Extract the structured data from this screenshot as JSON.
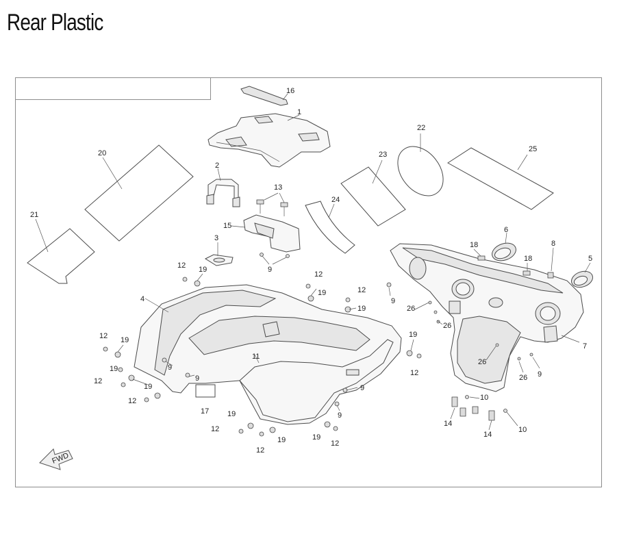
{
  "page": {
    "title": "Rear Plastic"
  },
  "diagram": {
    "fwd_label": "FWD",
    "callouts": [
      {
        "id": "c16a",
        "text": "16"
      },
      {
        "id": "c1",
        "text": "1"
      },
      {
        "id": "c22",
        "text": "22"
      },
      {
        "id": "c25",
        "text": "25"
      },
      {
        "id": "c20",
        "text": "20"
      },
      {
        "id": "c2",
        "text": "2"
      },
      {
        "id": "c13",
        "text": "13"
      },
      {
        "id": "c23",
        "text": "23"
      },
      {
        "id": "c24",
        "text": "24"
      },
      {
        "id": "c21",
        "text": "21"
      },
      {
        "id": "c15",
        "text": "15"
      },
      {
        "id": "c3",
        "text": "3"
      },
      {
        "id": "c9a",
        "text": "9"
      },
      {
        "id": "c6",
        "text": "6"
      },
      {
        "id": "c18a",
        "text": "18"
      },
      {
        "id": "c8",
        "text": "8"
      },
      {
        "id": "c5",
        "text": "5"
      },
      {
        "id": "c18b",
        "text": "18"
      },
      {
        "id": "c12a",
        "text": "12"
      },
      {
        "id": "c19a",
        "text": "19"
      },
      {
        "id": "c12b",
        "text": "12"
      },
      {
        "id": "c19b",
        "text": "19"
      },
      {
        "id": "c12c",
        "text": "12"
      },
      {
        "id": "c19c",
        "text": "19"
      },
      {
        "id": "c4",
        "text": "4"
      },
      {
        "id": "c9b",
        "text": "9"
      },
      {
        "id": "c26a",
        "text": "26"
      },
      {
        "id": "c26b",
        "text": "26"
      },
      {
        "id": "c7",
        "text": "7"
      },
      {
        "id": "c12d",
        "text": "12"
      },
      {
        "id": "c19d",
        "text": "19"
      },
      {
        "id": "c19e",
        "text": "19"
      },
      {
        "id": "c12e",
        "text": "12"
      },
      {
        "id": "c11",
        "text": "11"
      },
      {
        "id": "c9c",
        "text": "9"
      },
      {
        "id": "c9d",
        "text": "9"
      },
      {
        "id": "c26c",
        "text": "26"
      },
      {
        "id": "c26d",
        "text": "26"
      },
      {
        "id": "c9e",
        "text": "9"
      },
      {
        "id": "c19f",
        "text": "19"
      },
      {
        "id": "c12f",
        "text": "12"
      },
      {
        "id": "c19g",
        "text": "19"
      },
      {
        "id": "c12g",
        "text": "12"
      },
      {
        "id": "c17",
        "text": "17"
      },
      {
        "id": "c9f",
        "text": "9"
      },
      {
        "id": "c10a",
        "text": "10"
      },
      {
        "id": "c14a",
        "text": "14"
      },
      {
        "id": "c9g",
        "text": "9"
      },
      {
        "id": "c19h",
        "text": "19"
      },
      {
        "id": "c12h",
        "text": "12"
      },
      {
        "id": "c19i",
        "text": "19"
      },
      {
        "id": "c12i",
        "text": "12"
      },
      {
        "id": "c19j",
        "text": "19"
      },
      {
        "id": "c12j",
        "text": "12"
      },
      {
        "id": "c14b",
        "text": "14"
      },
      {
        "id": "c10b",
        "text": "10"
      }
    ]
  }
}
